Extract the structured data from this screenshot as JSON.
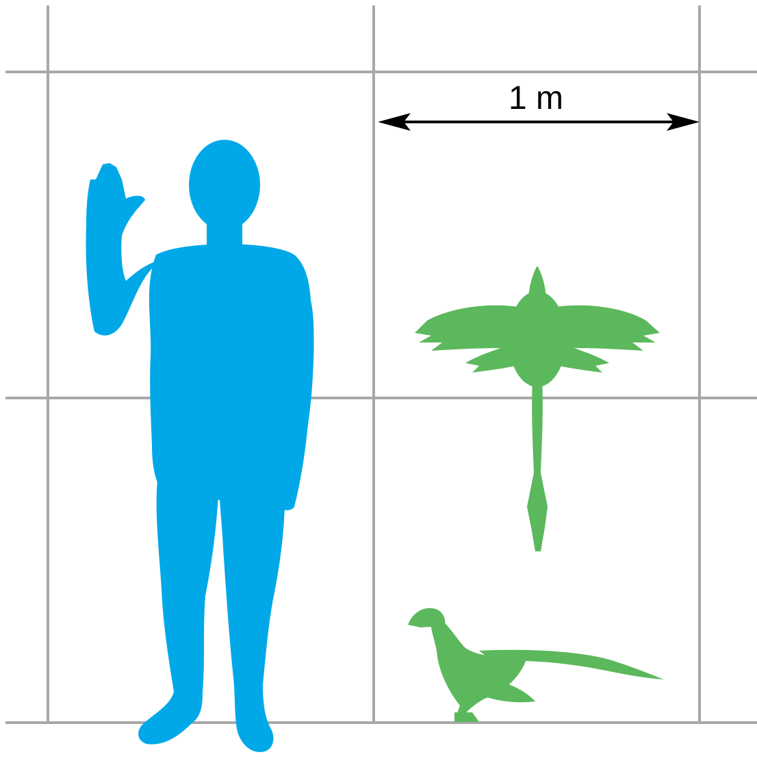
{
  "scale_bar": {
    "label": "1 m"
  },
  "colors": {
    "background": "#ffffff",
    "grid": "#a8a8a8",
    "human": "#00a8e8",
    "animal": "#5cb85c",
    "scale_arrow": "#000000"
  },
  "figures": {
    "human": {
      "name": "human-silhouette"
    },
    "animal_top": {
      "name": "microraptor-top-view"
    },
    "animal_side": {
      "name": "microraptor-side-view"
    }
  }
}
